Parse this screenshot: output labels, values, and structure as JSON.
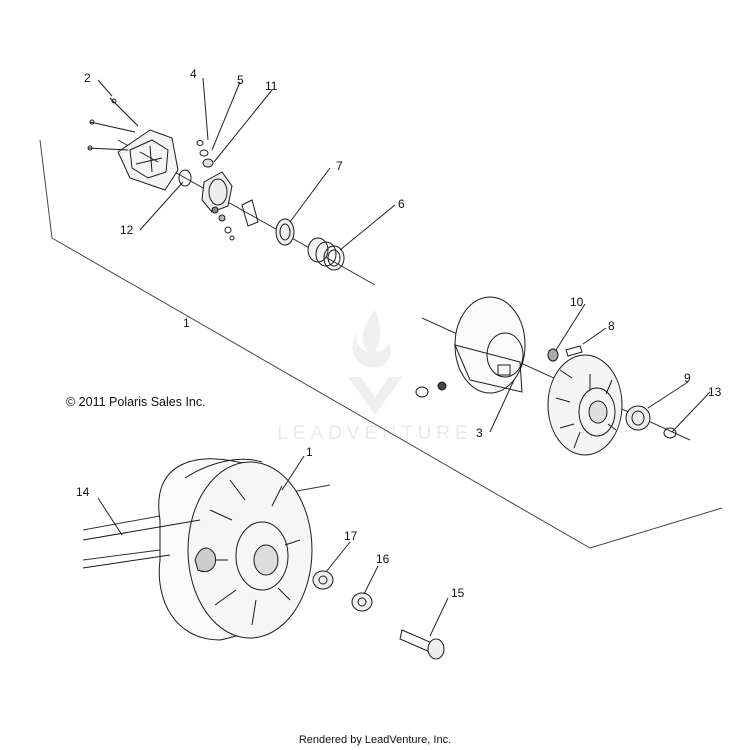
{
  "copyright": "© 2011 Polaris Sales Inc.",
  "footer": "Rendered by LeadVenture, Inc.",
  "watermark": {
    "text": "LEADVENTURE"
  },
  "callouts": {
    "c1a": "1",
    "c1b": "1",
    "c2": "2",
    "c3": "3",
    "c4": "4",
    "c5": "5",
    "c6": "6",
    "c7": "7",
    "c8": "8",
    "c9": "9",
    "c10": "10",
    "c11": "11",
    "c12": "12",
    "c13": "13",
    "c14": "14",
    "c15": "15",
    "c16": "16",
    "c17": "17"
  }
}
